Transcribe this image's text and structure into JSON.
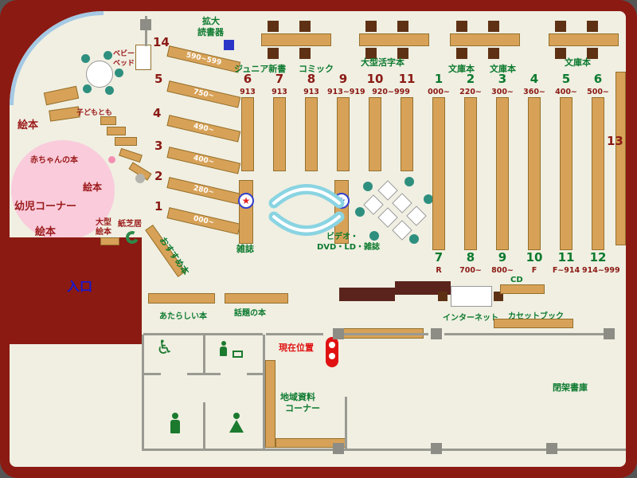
{
  "colors": {
    "frame": "#8b1a12",
    "floor": "#f0efe2",
    "shelf_tan": "#d7a258",
    "label_green": "#0d7a2f",
    "label_dark_red": "#8b1a14",
    "entrance_blue": "#1818cc",
    "toddler_pink": "#f9cbdb",
    "bench_cyan": "#8ad4e2",
    "counter_brown": "#5a241c",
    "marker_red": "#e01212"
  },
  "labels": {
    "entrance": "入口",
    "toddler_corner": "幼児コーナー",
    "picture_books": "絵本",
    "baby_books": "赤ちゃんの本",
    "kodomo_tomo": "子どもとも",
    "baby_bed_l1": "ベビー",
    "baby_bed_l2": "ベッド",
    "large_picture_books_l1": "大型",
    "large_picture_books_l2": "絵本",
    "kamishibai": "紙芝居",
    "recommended_books": "おすすめ本",
    "magnifier_l1": "拡大",
    "magnifier_l2": "読書器",
    "junior_shinsho": "ジュニア新書",
    "comics": "コミック",
    "large_print_books": "大型活字本",
    "bunko": "文庫本",
    "magazines": "雑誌",
    "video_l1": "ビデオ・",
    "video_l2": "DVD・LD・雑誌",
    "cd": "CD",
    "internet": "インターネット",
    "cassette_books": "カセットブック",
    "new_books": "あたらしい本",
    "topical_books": "話題の本",
    "current_location": "現在位置",
    "local_materials_l1": "地域資料",
    "local_materials_l2": "コーナー",
    "closed_stacks": "閉架書庫",
    "shelf_13": "13"
  },
  "diag_shelves": [
    {
      "num": "14",
      "range": "590~599"
    },
    {
      "num": "5",
      "range": "750~"
    },
    {
      "num": "4",
      "range": "490~"
    },
    {
      "num": "3",
      "range": "400~"
    },
    {
      "num": "2",
      "range": "280~"
    },
    {
      "num": "1",
      "range": "000~"
    }
  ],
  "top_left_group": {
    "nums": [
      "6",
      "7",
      "8",
      "9",
      "10",
      "11"
    ],
    "ranges": [
      "913",
      "913",
      "913",
      "913~919",
      "920~999"
    ]
  },
  "top_right_group": {
    "nums": [
      "1",
      "2",
      "3",
      "4",
      "5",
      "6"
    ],
    "ranges": [
      "000~",
      "220~",
      "300~",
      "360~",
      "400~",
      "500~"
    ]
  },
  "bottom_group": {
    "nums": [
      "7",
      "8",
      "9",
      "10",
      "11",
      "12"
    ],
    "ranges": [
      "R",
      "700~",
      "800~",
      "F",
      "F~914",
      "914~999"
    ]
  }
}
